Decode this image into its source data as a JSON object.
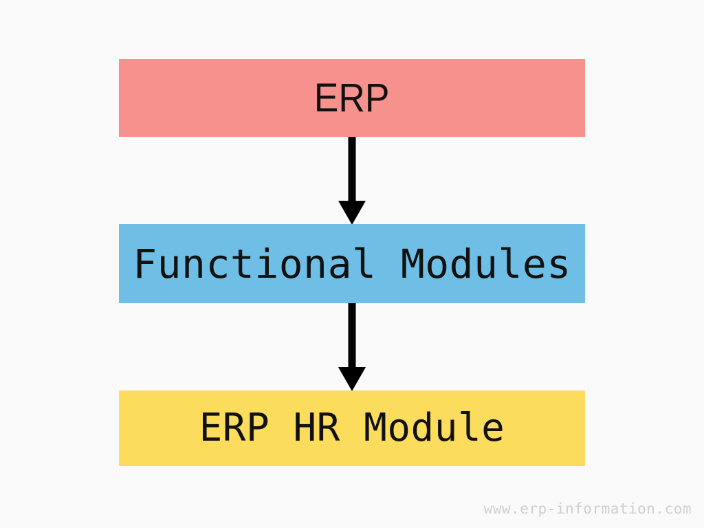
{
  "background_color": "#fafafa",
  "diagram": {
    "type": "flowchart",
    "orientation": "vertical",
    "nodes": [
      {
        "id": "erp",
        "label": "ERP",
        "fill_color": "#f6918e",
        "text_color": "#111111"
      },
      {
        "id": "functional-modules",
        "label": "Functional Modules",
        "fill_color": "#6ebee5",
        "text_color": "#111111"
      },
      {
        "id": "erp-hr-module",
        "label": "ERP HR Module",
        "fill_color": "#fcdc5c",
        "text_color": "#111111"
      }
    ],
    "edges": [
      {
        "id": "erp-to-modules",
        "from": "erp",
        "to": "functional-modules",
        "icon": "down-arrow-icon",
        "color": "#000000"
      },
      {
        "id": "modules-to-hr",
        "from": "functional-modules",
        "to": "erp-hr-module",
        "icon": "down-arrow-icon",
        "color": "#000000"
      }
    ]
  },
  "watermark": {
    "text": "www.erp-information.com",
    "color": "#cfcfcf"
  }
}
